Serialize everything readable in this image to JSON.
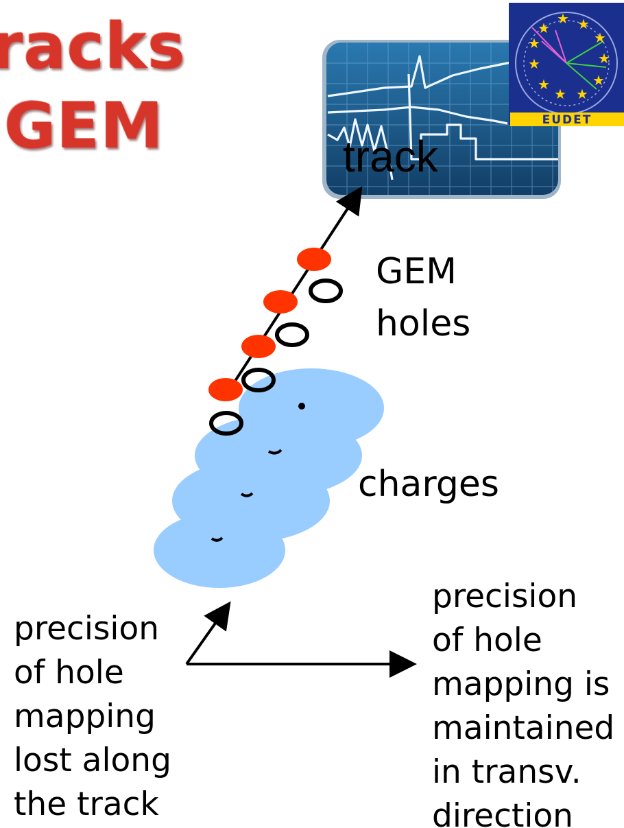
{
  "title": {
    "line1": "racks",
    "line2": "GEM"
  },
  "logo": {
    "text": "EUDET",
    "colors": {
      "blue": "#1b2f8f",
      "star": "#ffd400"
    }
  },
  "labels": {
    "track": "track",
    "gem_holes": [
      "GEM",
      "holes"
    ],
    "charges": "charges",
    "longitudinal": [
      "precision",
      "of hole",
      "mapping",
      "lost along",
      "the track"
    ],
    "transverse": [
      "precision",
      "of hole",
      "mapping is",
      "maintained",
      "in transv.",
      "direction"
    ]
  },
  "colors": {
    "title": "#d8352a",
    "cloud": "#99ccff",
    "dot": "#ff3300",
    "screen": "#1d5d8f"
  },
  "icons": [
    "monitor-icon",
    "eudet-logo-icon"
  ]
}
